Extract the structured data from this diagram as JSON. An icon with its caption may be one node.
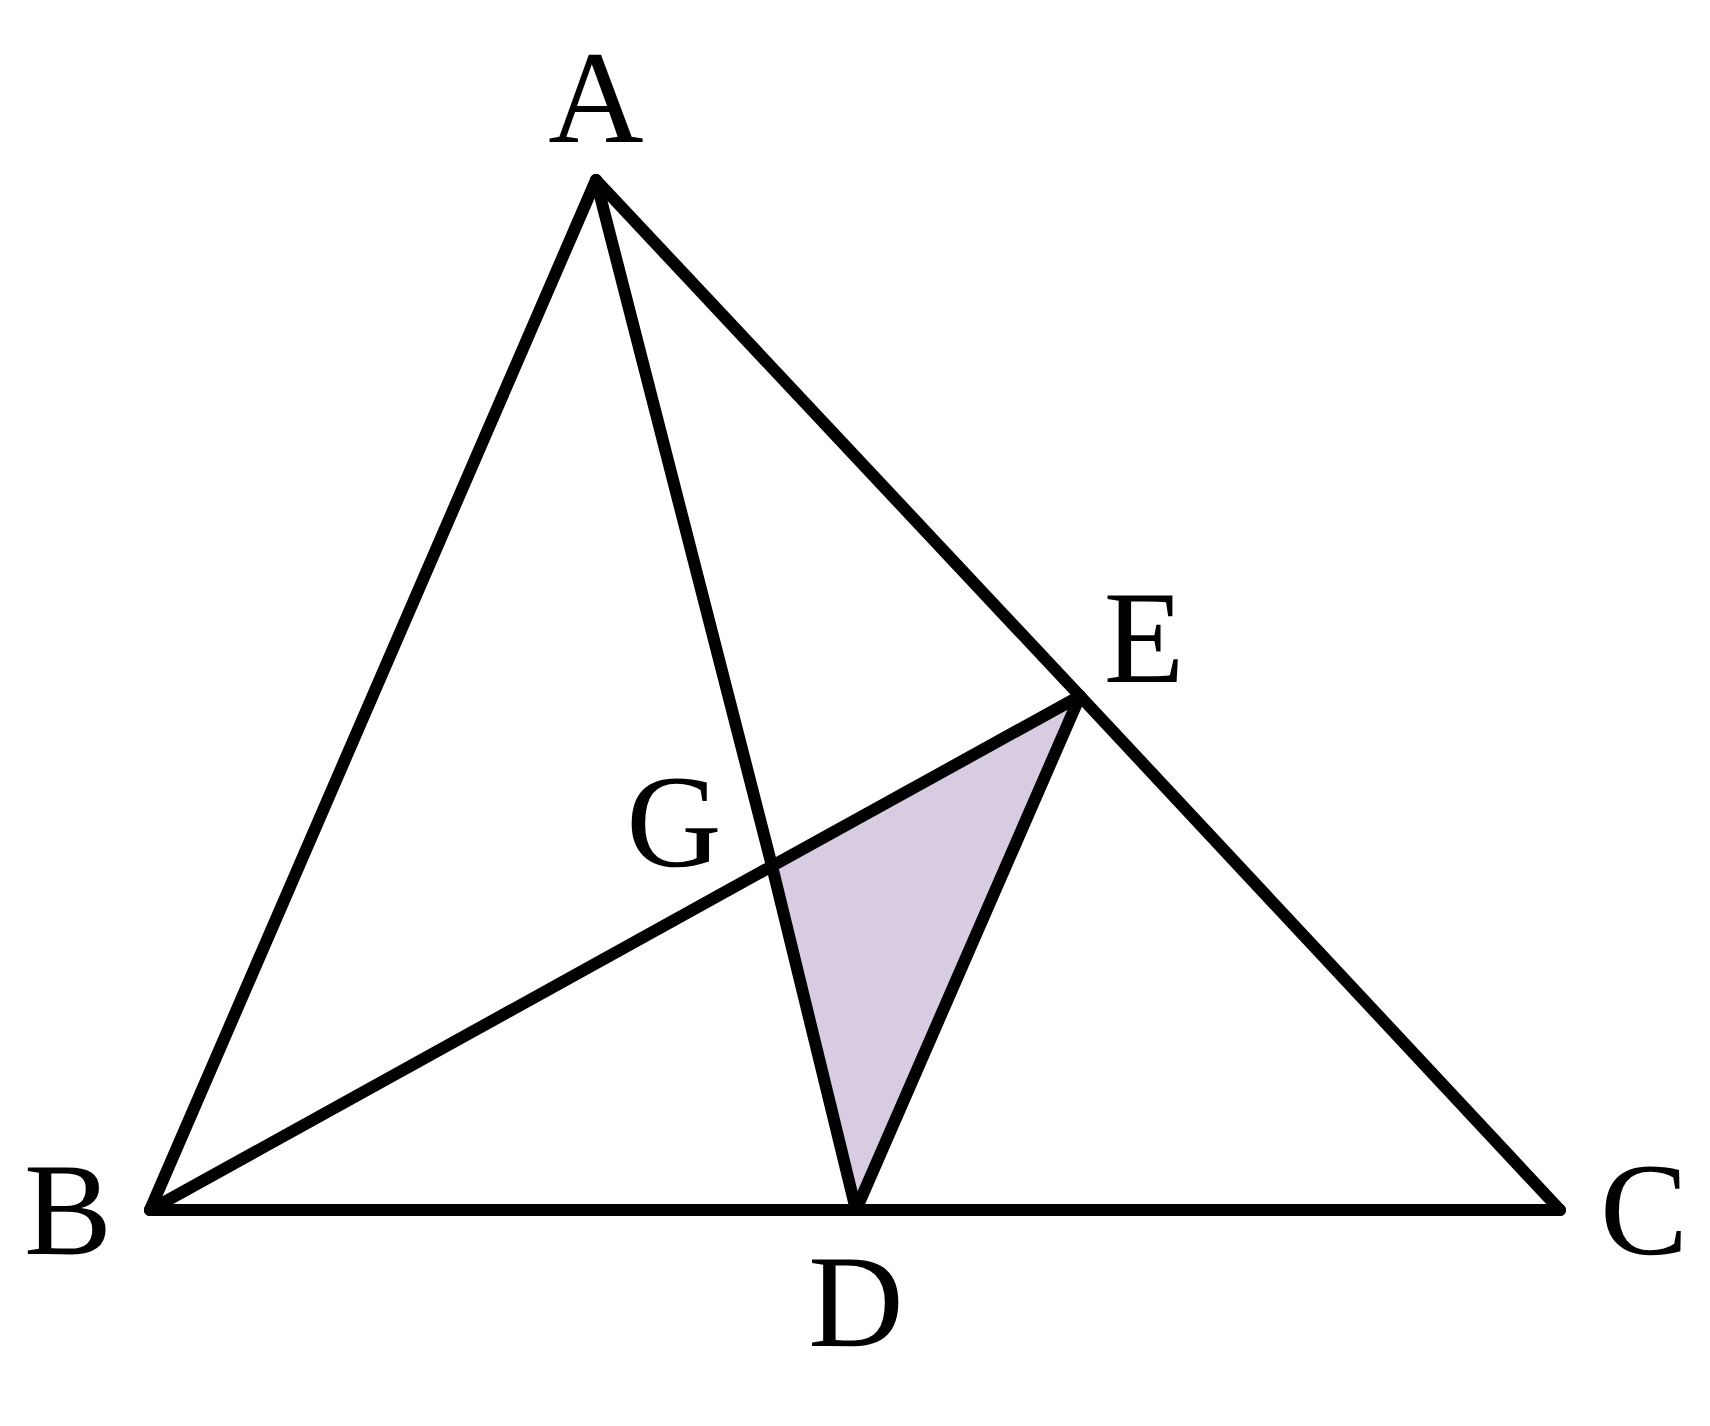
{
  "diagram": {
    "nodes": [
      {
        "text": [
          "A"
        ]
      },
      {
        "text": [
          "B"
        ]
      },
      {
        "text": [
          "C"
        ]
      },
      {
        "text": [
          "D"
        ]
      },
      {
        "text": [
          "E"
        ]
      },
      {
        "text": [
          "G"
        ]
      }
    ],
    "edges": [
      {
        "from": 0,
        "to": 1,
        "arrow": "none"
      },
      {
        "from": 0,
        "to": 4,
        "arrow": "none"
      },
      {
        "from": 4,
        "to": 2,
        "arrow": "none"
      },
      {
        "from": 1,
        "to": 3,
        "arrow": "none"
      },
      {
        "from": 3,
        "to": 2,
        "arrow": "none"
      },
      {
        "from": 0,
        "to": 5,
        "arrow": "none"
      },
      {
        "from": 5,
        "to": 3,
        "arrow": "none"
      },
      {
        "from": 1,
        "to": 5,
        "arrow": "none"
      },
      {
        "from": 5,
        "to": 4,
        "arrow": "none"
      },
      {
        "from": 3,
        "to": 4,
        "arrow": "none"
      }
    ]
  }
}
